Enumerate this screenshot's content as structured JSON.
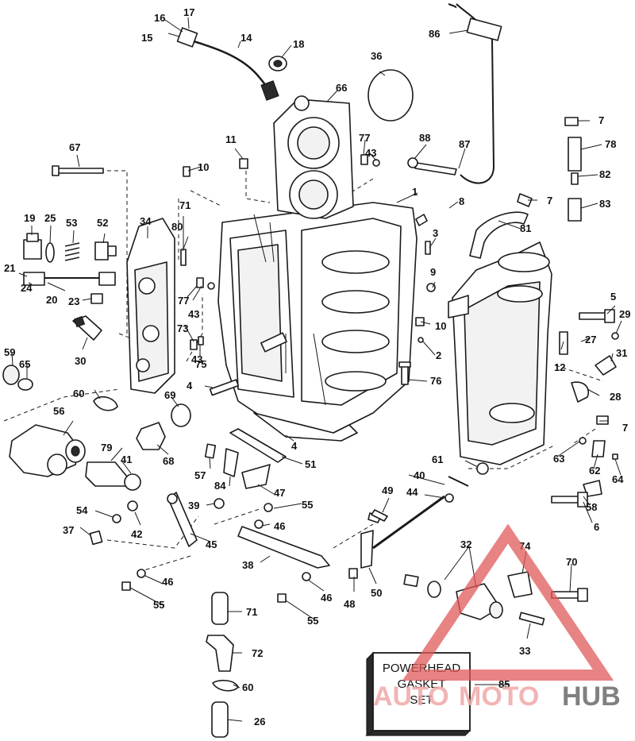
{
  "diagram": {
    "callouts": [
      "1",
      "2",
      "3",
      "4",
      "4",
      "5",
      "6",
      "7",
      "7",
      "7",
      "8",
      "9",
      "10",
      "10",
      "11",
      "12",
      "14",
      "15",
      "16",
      "17",
      "18",
      "19",
      "20",
      "21",
      "23",
      "24",
      "25",
      "26",
      "27",
      "28",
      "29",
      "30",
      "31",
      "32",
      "33",
      "34",
      "36",
      "37",
      "38",
      "39",
      "40",
      "41",
      "42",
      "43",
      "43",
      "43",
      "44",
      "45",
      "46",
      "46",
      "46",
      "47",
      "48",
      "49",
      "50",
      "51",
      "52",
      "53",
      "54",
      "55",
      "55",
      "55",
      "56",
      "57",
      "58",
      "59",
      "60",
      "60",
      "61",
      "62",
      "63",
      "64",
      "65",
      "66",
      "67",
      "68",
      "69",
      "70",
      "71",
      "71",
      "72",
      "73",
      "74",
      "75",
      "76",
      "77",
      "77",
      "78",
      "79",
      "80",
      "81",
      "82",
      "83",
      "84",
      "85",
      "86",
      "87",
      "88"
    ],
    "kit_box": {
      "lines": [
        "POWERHEAD",
        "GASKET",
        "SET"
      ],
      "number": "85"
    }
  },
  "watermark": {
    "text_primary": "AUTO",
    "text_secondary": "MOTO",
    "text_tertiary": "HUB",
    "colors": {
      "accent": "#e05a5a",
      "secondary": "#555555"
    }
  }
}
